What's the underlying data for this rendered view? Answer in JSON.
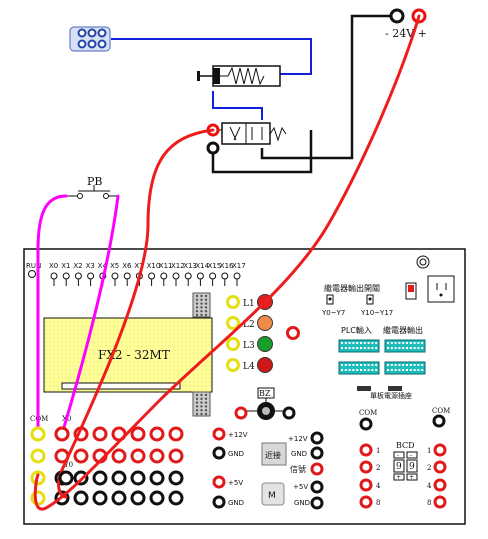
{
  "power": {
    "voltage_label": "- 24V +"
  },
  "pushbutton": {
    "label": "PB"
  },
  "plc": {
    "run_label": "RUN",
    "input_labels": [
      "X0",
      "X1",
      "X2",
      "X3",
      "X4",
      "X5",
      "X6",
      "X7",
      "X10",
      "X11",
      "X12",
      "X13",
      "X14",
      "X15",
      "X16",
      "X17"
    ],
    "model_label": "FX2 - 32MT",
    "com_label": "COM",
    "x0_label": "X0",
    "y0_label": "Y0"
  },
  "lamps": {
    "labels": [
      "L1",
      "L2",
      "L3",
      "L4"
    ],
    "colors": [
      "#e02020",
      "#f08a4b",
      "#1a9e2a",
      "#d01818"
    ]
  },
  "relay_switch": {
    "title": "繼電器輸出開關",
    "left_label": "Y0~Y7",
    "right_label": "Y10~Y17"
  },
  "connectors": {
    "plc_input": "PLC輸入",
    "relay_output": "繼電器輸出",
    "board_power": "單板電源插座"
  },
  "buzzer": {
    "label": "BZ"
  },
  "power_terminals": {
    "plus12": "+12V",
    "gnd": "GND",
    "plus5": "+5V"
  },
  "sensor": {
    "plus12": "+12V",
    "gnd": "GND",
    "signal": "信號",
    "proximity": "近接",
    "plus5": "+5V",
    "gnd2": "GND",
    "motor": "M"
  },
  "bcd": {
    "title": "BCD",
    "com_left": "COM",
    "com_right": "COM",
    "left_labels": [
      "1",
      "2",
      "4",
      "8"
    ],
    "right_labels": [
      "1",
      "2",
      "4",
      "8"
    ],
    "digits": [
      "9",
      "9"
    ],
    "minus": "-",
    "plus": "+"
  },
  "colors": {
    "red_wire": "#ee1c1c",
    "magenta_wire": "#ff00ff",
    "blue_wire": "#1020dd",
    "yellow_terminal": "#f2ec1a",
    "plc_body": "#ffff99"
  }
}
